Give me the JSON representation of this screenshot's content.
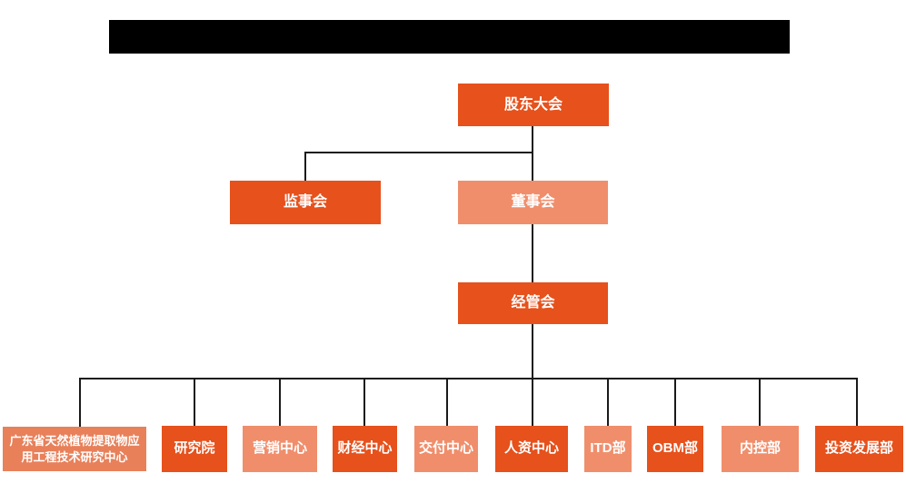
{
  "figure_type": "org_chart",
  "palette": {
    "dark_orange": "#E6511C",
    "salmon": "#F08E6C",
    "medium_orange": "#E8805A",
    "line_color": "#1A1A1A",
    "text_color": "#FFFFFF",
    "redacted_bar_color": "#000000",
    "background": "#FFFFFF"
  },
  "header": {
    "redacted_title_bar": true
  },
  "nodes": {
    "shareholders": {
      "label": "股东大会",
      "variant": "dark"
    },
    "supervisory": {
      "label": "监事会",
      "variant": "dark"
    },
    "board": {
      "label": "董事会",
      "variant": "salmon"
    },
    "management": {
      "label": "经管会",
      "variant": "dark"
    },
    "research_center": {
      "label": "广东省天然植物提取物应用工程技术研究中心",
      "variant": "medium"
    },
    "research_institute": {
      "label": "研究院",
      "variant": "dark"
    },
    "marketing": {
      "label": "营销中心",
      "variant": "salmon"
    },
    "finance": {
      "label": "财经中心",
      "variant": "dark"
    },
    "delivery": {
      "label": "交付中心",
      "variant": "salmon"
    },
    "hr": {
      "label": "人资中心",
      "variant": "dark"
    },
    "itd": {
      "label": "ITD部",
      "variant": "salmon"
    },
    "obm": {
      "label": "OBM部",
      "variant": "dark"
    },
    "internal_control": {
      "label": "内控部",
      "variant": "salmon"
    },
    "investment": {
      "label": "投资发展部",
      "variant": "dark"
    }
  },
  "structure": {
    "股东大会": [
      "监事会",
      "董事会"
    ],
    "董事会": [
      "经管会"
    ],
    "经管会": [
      "广东省天然植物提取物应用工程技术研究中心",
      "研究院",
      "营销中心",
      "财经中心",
      "交付中心",
      "人资中心",
      "ITD部",
      "OBM部",
      "内控部",
      "投资发展部"
    ]
  }
}
